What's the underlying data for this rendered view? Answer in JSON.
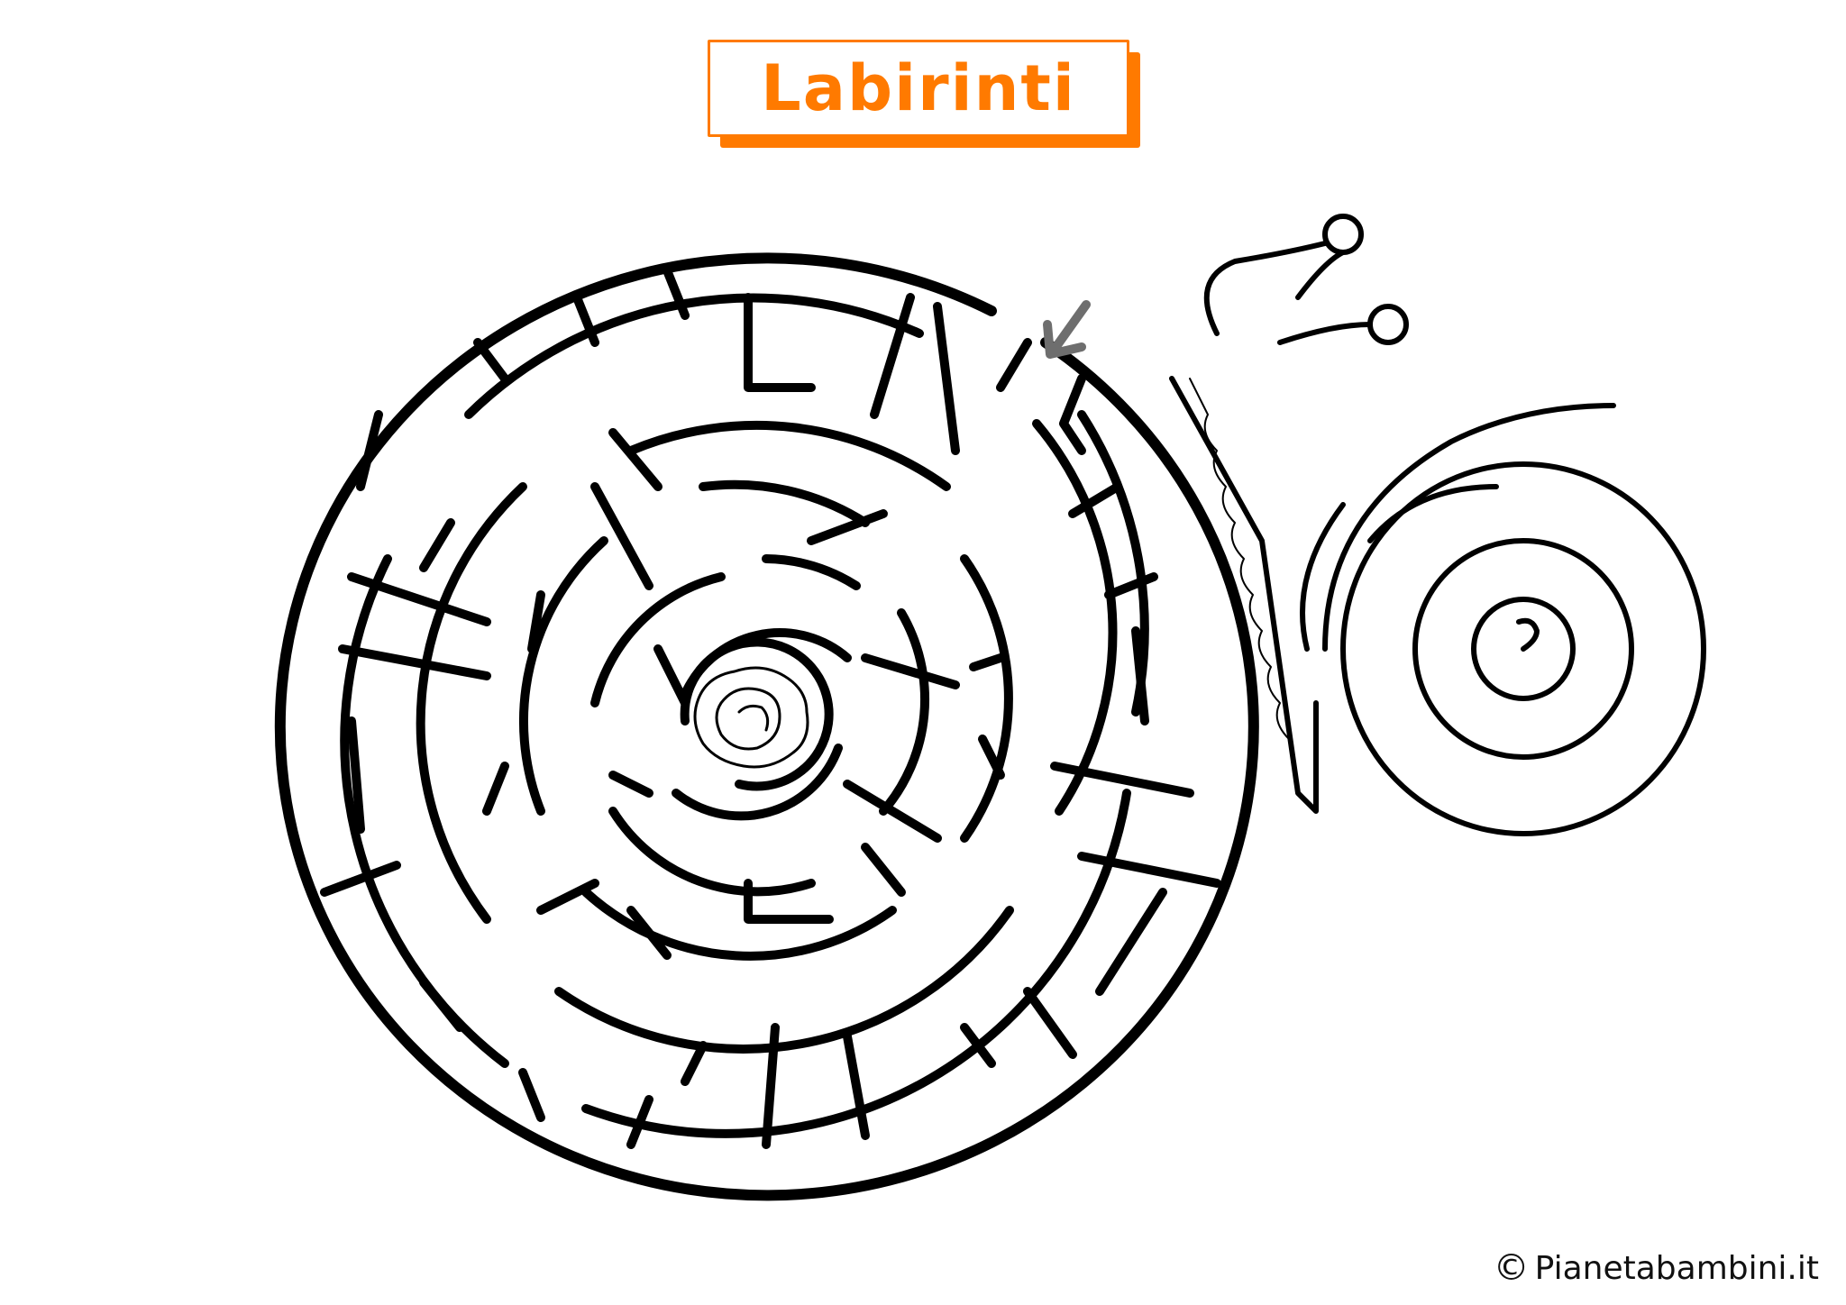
{
  "header": {
    "title": "Labirinti"
  },
  "maze": {
    "type": "circular-maze",
    "start_marker": "arrow-down-left-icon",
    "goal": "cabbage-icon",
    "character": "snail-icon"
  },
  "colors": {
    "accent": "#ff7a00",
    "arrow": "#6e6e6e",
    "ink": "#000000"
  },
  "footer": {
    "copyright_symbol": "©",
    "site": "Pianetabambini.it"
  }
}
